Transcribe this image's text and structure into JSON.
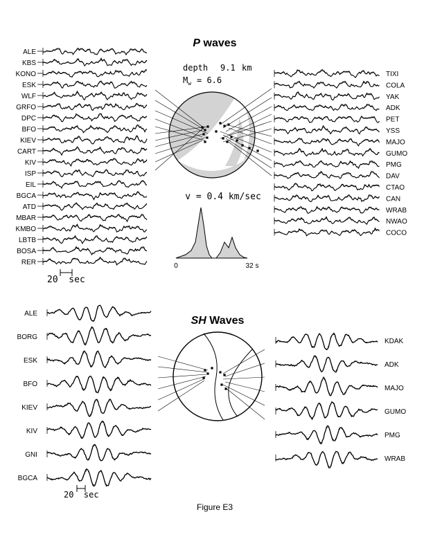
{
  "p_panel": {
    "title_italic": "P",
    "title_rest": " waves",
    "depth_label": "depth",
    "depth_value": "9.1",
    "depth_unit": "km",
    "mw_label": "M",
    "mw_sub": "w",
    "mw_value": "= 6.6",
    "velocity_label": "v = 0.4 km/sec",
    "stf_axis_start": "0",
    "stf_axis_end": "32 s",
    "scale_label": "20  sec",
    "left_stations": [
      "ALE",
      "KBS",
      "KONO",
      "ESK",
      "WLF",
      "GRFO",
      "DPC",
      "BFO",
      "KIEV",
      "CART",
      "KIV",
      "ISP",
      "EIL",
      "BGCA",
      "ATD",
      "MBAR",
      "KMBO",
      "LBTB",
      "BOSA",
      "RER"
    ],
    "right_stations": [
      "TIXI",
      "COLA",
      "YAK",
      "ADK",
      "PET",
      "YSS",
      "MAJO",
      "GUMO",
      "PMG",
      "DAV",
      "CTAO",
      "CAN",
      "WRAB",
      "NWAO",
      "COCO"
    ]
  },
  "sh_panel": {
    "title_italic": "SH",
    "title_rest": " Waves",
    "scale_label": "20  sec",
    "left_stations": [
      "ALE",
      "BORG",
      "ESK",
      "BFO",
      "KIEV",
      "KIV",
      "GNI",
      "BGCA"
    ],
    "right_stations": [
      "KDAK",
      "ADK",
      "MAJO",
      "GUMO",
      "PMG",
      "WRAB"
    ]
  },
  "caption": "Figure E3",
  "colors": {
    "ink": "#000000",
    "shade": "#d3d3d3"
  }
}
